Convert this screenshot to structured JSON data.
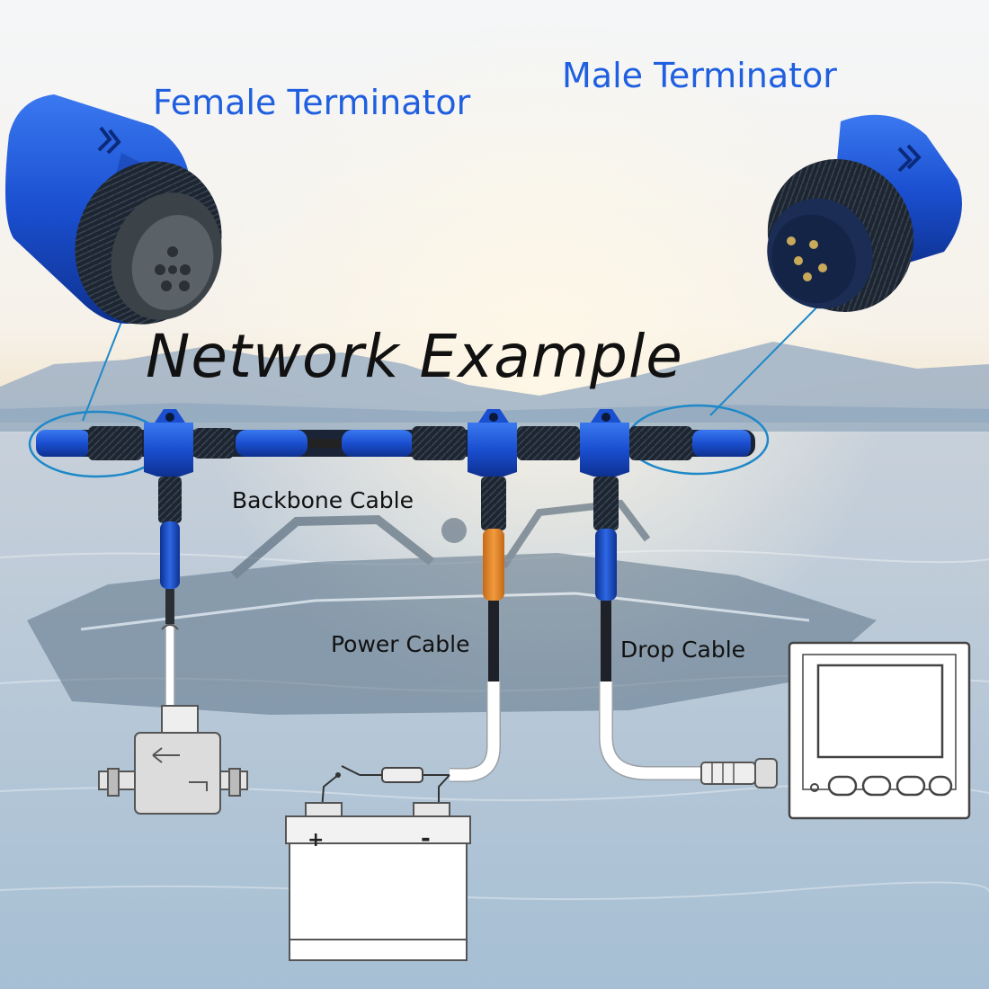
{
  "labels": {
    "female_terminator": "Female Terminator",
    "male_terminator": "Male Terminator",
    "title": "Network Example",
    "backbone_cable": "Backbone Cable",
    "power_cable": "Power Cable",
    "drop_cable": "Drop Cable",
    "battery_plus": "+",
    "battery_minus": "-"
  },
  "colors": {
    "connector_blue": "#1a4fd0",
    "connector_dark": "#1c2a44",
    "power_orange": "#e88a2c",
    "label_blue": "#1f5fe0",
    "callout_line": "#1e88c8"
  }
}
